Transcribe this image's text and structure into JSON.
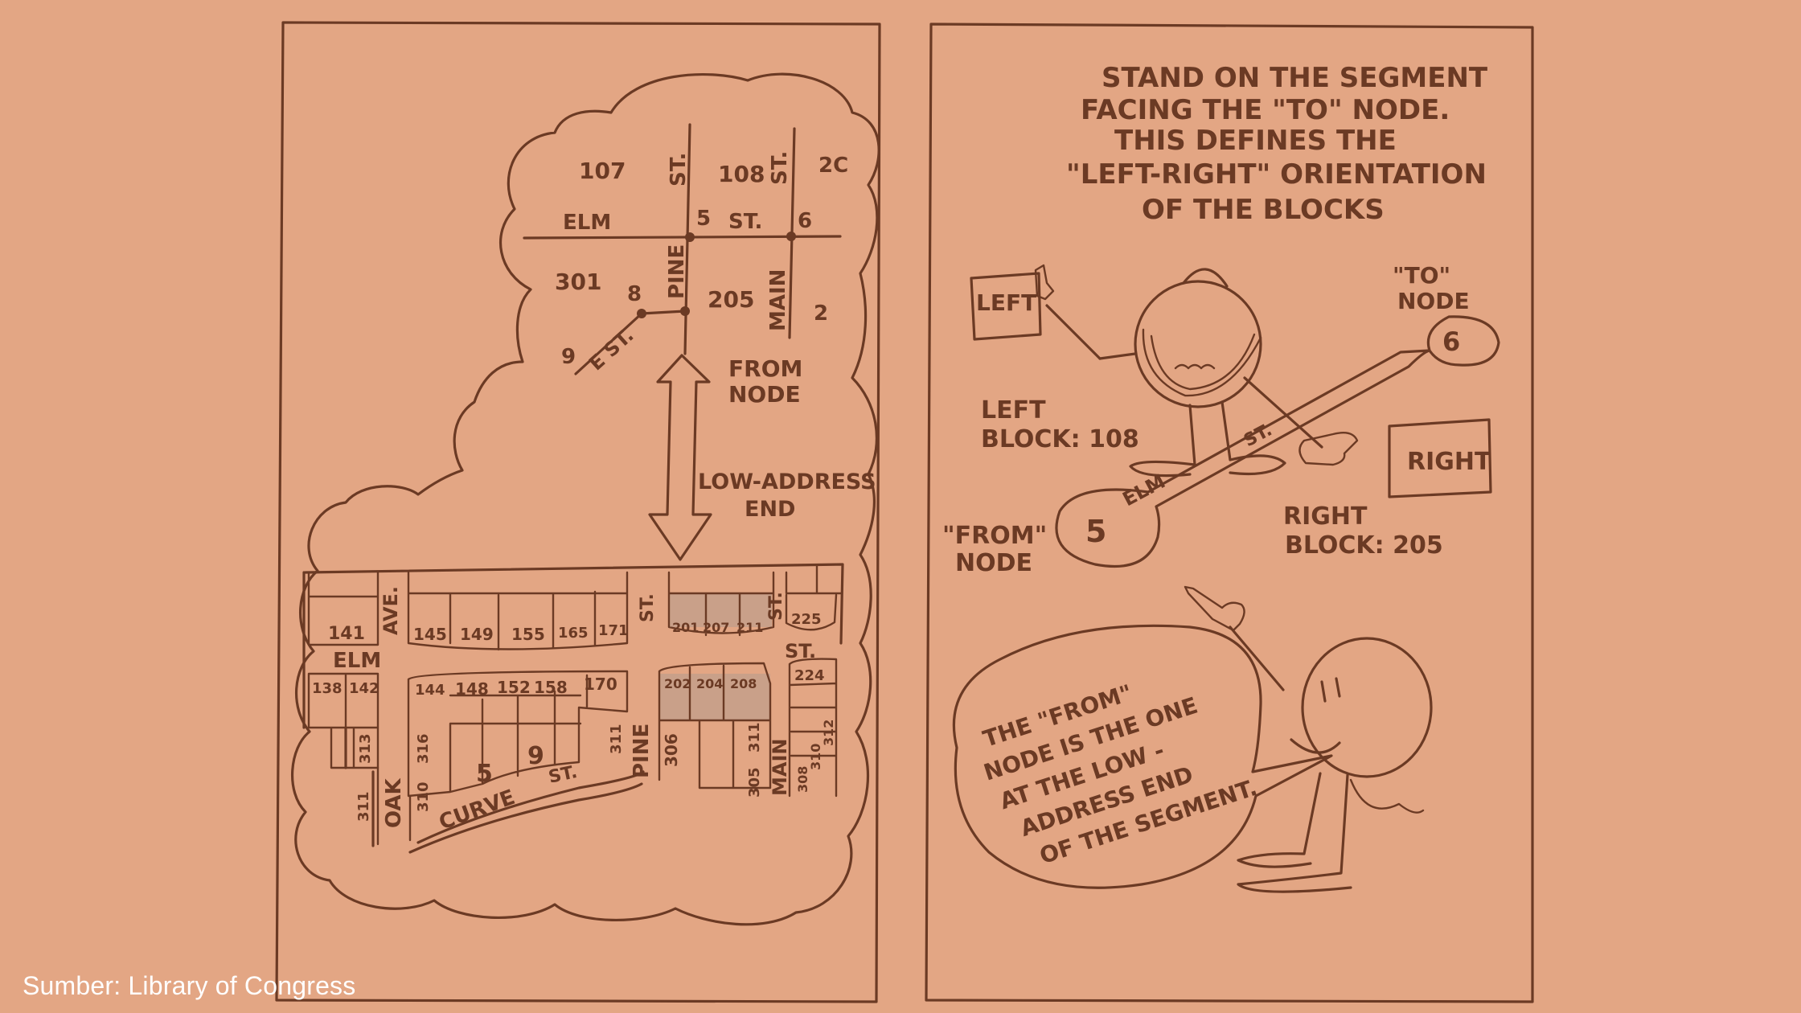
{
  "caption": "Sumber: Library of Congress",
  "colors": {
    "background": "#E3A684",
    "ink": "#6B3A24",
    "shading": "#C9A089"
  },
  "left_panel": {
    "network": {
      "blocks": {
        "nw": "107",
        "n_mid": "108",
        "ne": "2C",
        "sw": "301",
        "s_mid": "205",
        "se": "2"
      },
      "streets": {
        "elm": "ELM",
        "st": "ST.",
        "pine": "PINE",
        "main": "MAIN",
        "e_st": "E ST.",
        "e": "E"
      },
      "nodes": {
        "n5": "5",
        "n6": "6",
        "n8": "8",
        "n9": "9"
      },
      "from_node": [
        "FROM",
        "NODE"
      ],
      "low_address": [
        "LOW-ADDRESS",
        "END"
      ]
    },
    "map": {
      "streets": {
        "ave": "AVE.",
        "elm": "ELM",
        "st": "ST.",
        "oak": "OAK",
        "pine": "PINE",
        "main": "MAIN",
        "curve": "CURVE",
        "curve_st": "ST."
      },
      "upper_blocks": [
        "141",
        "145",
        "149",
        "155",
        "165",
        "171",
        "201",
        "207",
        "211",
        "225"
      ],
      "lower_blocks": [
        "138",
        "142",
        "144",
        "148",
        "152",
        "158",
        "170",
        "202",
        "204",
        "208",
        "224"
      ],
      "bottom_blocks": [
        "313",
        "311",
        "316",
        "310",
        "5",
        "9",
        "311",
        "306",
        "311",
        "305",
        "308",
        "310",
        "312"
      ]
    }
  },
  "right_panel": {
    "intro": [
      "STAND ON THE SEGMENT",
      "FACING THE \"TO\" NODE.",
      "THIS DEFINES THE",
      "\"LEFT-RIGHT\" ORIENTATION",
      "OF THE BLOCKS"
    ],
    "left_sign": "LEFT",
    "right_sign": "RIGHT",
    "to_node": [
      "\"TO\"",
      "NODE"
    ],
    "to_value": "6",
    "from_node": [
      "\"FROM\"",
      "NODE"
    ],
    "from_value": "5",
    "left_block": [
      "LEFT",
      "BLOCK: 108"
    ],
    "right_block": [
      "RIGHT",
      "BLOCK: 205"
    ],
    "segment_label_1": "ELM",
    "segment_label_2": "ST.",
    "bubble": [
      "THE \"FROM\"",
      "NODE IS THE ONE",
      "AT THE LOW -",
      "ADDRESS END",
      "OF THE SEGMENT."
    ]
  }
}
